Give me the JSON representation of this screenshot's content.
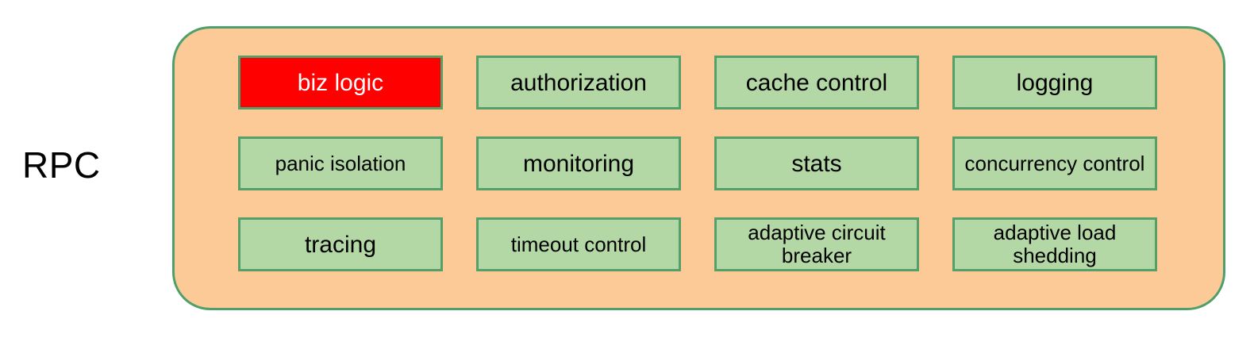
{
  "diagram": {
    "label": "RPC",
    "colors": {
      "container_fill": "#FCCA97",
      "container_border": "#4F9F6A",
      "box_fill": "#B3D7A5",
      "box_border": "#55A069",
      "highlight_fill": "#FF0000",
      "highlight_text": "#FFFFFF",
      "text": "#000000"
    },
    "cells": [
      {
        "label": "biz logic",
        "variant": "highlight"
      },
      {
        "label": "authorization",
        "variant": "normal"
      },
      {
        "label": "cache control",
        "variant": "normal"
      },
      {
        "label": "logging",
        "variant": "normal"
      },
      {
        "label": "panic isolation",
        "variant": "normal"
      },
      {
        "label": "monitoring",
        "variant": "normal"
      },
      {
        "label": "stats",
        "variant": "normal"
      },
      {
        "label": "concurrency control",
        "variant": "normal"
      },
      {
        "label": "tracing",
        "variant": "normal"
      },
      {
        "label": "timeout control",
        "variant": "normal"
      },
      {
        "label": "adaptive circuit breaker",
        "variant": "normal"
      },
      {
        "label": "adaptive load shedding",
        "variant": "normal"
      }
    ]
  }
}
